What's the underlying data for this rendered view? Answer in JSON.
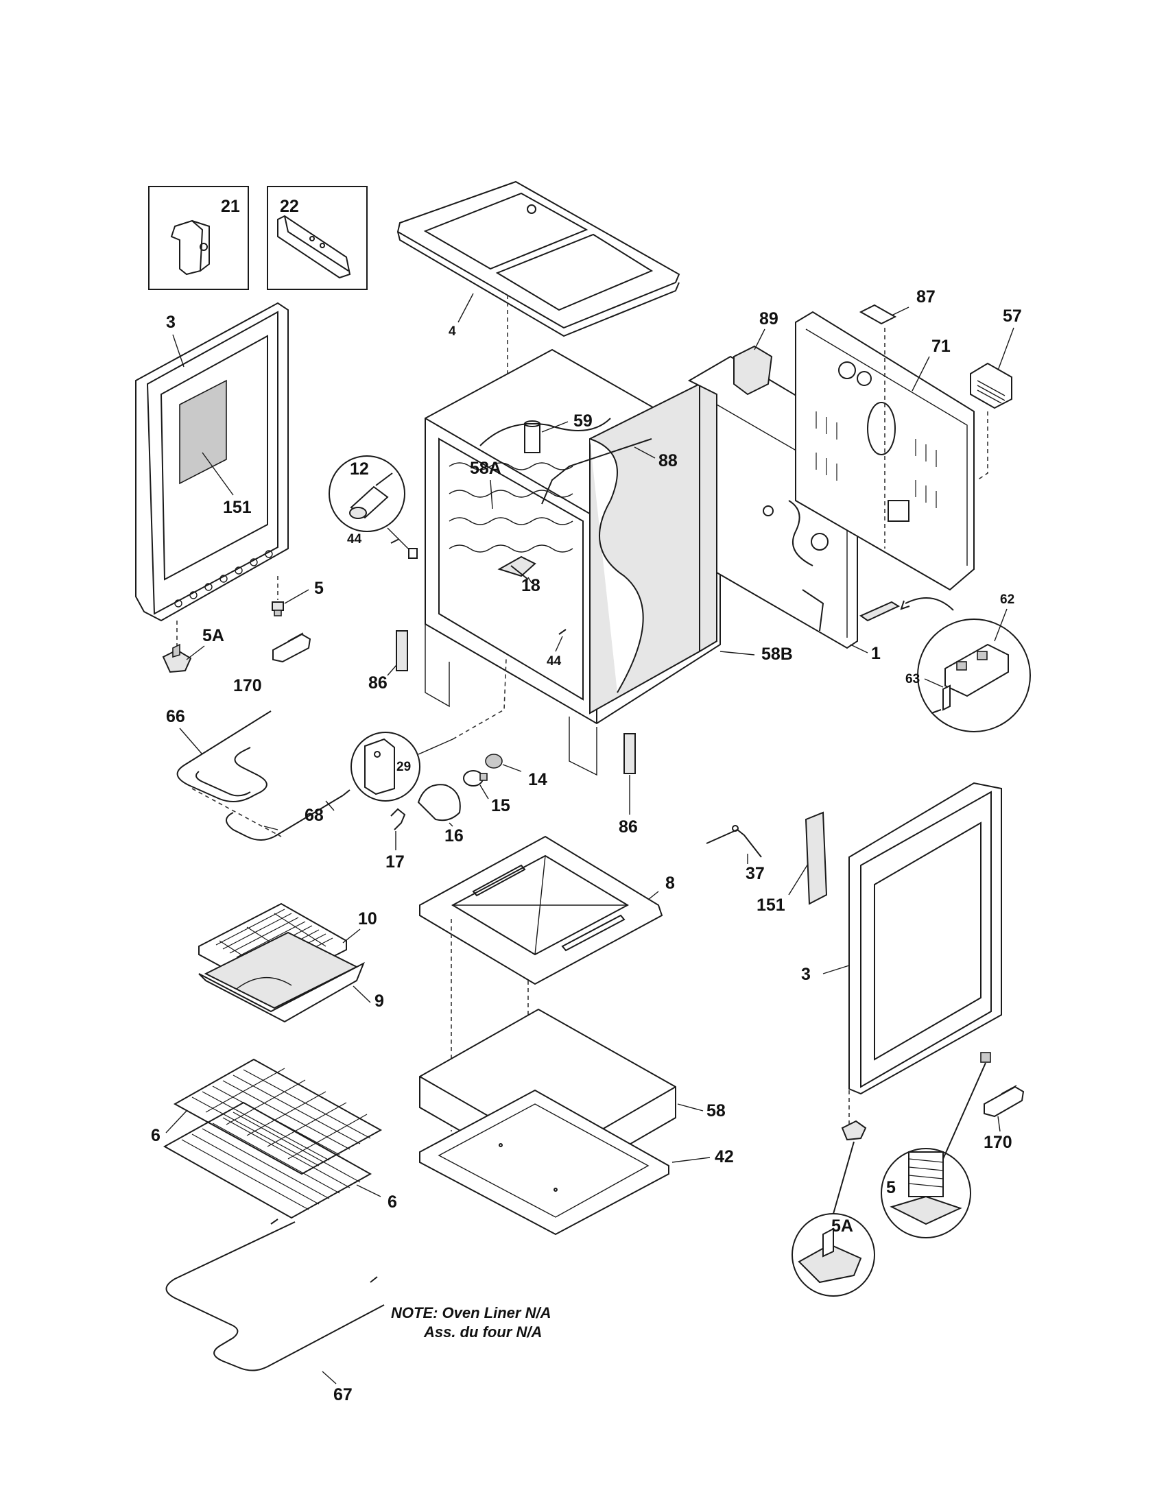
{
  "diagram": {
    "part_labels": {
      "p21": "21",
      "p22": "22",
      "p3_top": "3",
      "p151_top": "151",
      "p4": "4",
      "p12": "12",
      "p44_a": "44",
      "p58A": "58A",
      "p59": "59",
      "p88": "88",
      "p18": "18",
      "p89": "89",
      "p87": "87",
      "p71": "71",
      "p57": "57",
      "p5_top": "5",
      "p5A_top": "5A",
      "p170_top": "170",
      "p86_a": "86",
      "p44_b": "44",
      "p58B": "58B",
      "p1": "1",
      "p62": "62",
      "p63": "63",
      "p66": "66",
      "p68": "68",
      "p29": "29",
      "p14": "14",
      "p15": "15",
      "p16": "16",
      "p17": "17",
      "p86_b": "86",
      "p37": "37",
      "p8": "8",
      "p151_bot": "151",
      "p10": "10",
      "p9": "9",
      "p3_bot": "3",
      "p58": "58",
      "p6_a": "6",
      "p42": "42",
      "p6_b": "6",
      "p170_bot": "170",
      "p5_bot": "5",
      "p5A_bot": "5A",
      "p67": "67"
    },
    "note": {
      "line1": "NOTE: Oven Liner N/A",
      "line2": "Ass. du four N/A"
    }
  }
}
